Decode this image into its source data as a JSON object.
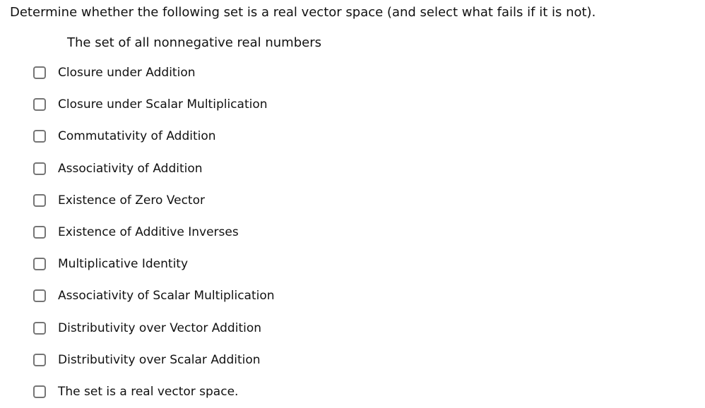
{
  "question": {
    "title": "Determine whether the following set is a real vector space (and select what fails if it is not).",
    "subtitle": "The set of all nonnegative real numbers"
  },
  "options": [
    {
      "label": "Closure under Addition",
      "checked": false
    },
    {
      "label": "Closure under Scalar Multiplication",
      "checked": false
    },
    {
      "label": "Commutativity of Addition",
      "checked": false
    },
    {
      "label": "Associativity of Addition",
      "checked": false
    },
    {
      "label": "Existence of Zero Vector",
      "checked": false
    },
    {
      "label": "Existence of Additive Inverses",
      "checked": false
    },
    {
      "label": "Multiplicative Identity",
      "checked": false
    },
    {
      "label": "Associativity of Scalar Multiplication",
      "checked": false
    },
    {
      "label": "Distributivity over Vector Addition",
      "checked": false
    },
    {
      "label": "Distributivity over Scalar Addition",
      "checked": false
    },
    {
      "label": "The set is a real vector space.",
      "checked": false
    }
  ],
  "colors": {
    "text": "#111111",
    "checkbox_border": "#757575",
    "background": "#ffffff"
  }
}
